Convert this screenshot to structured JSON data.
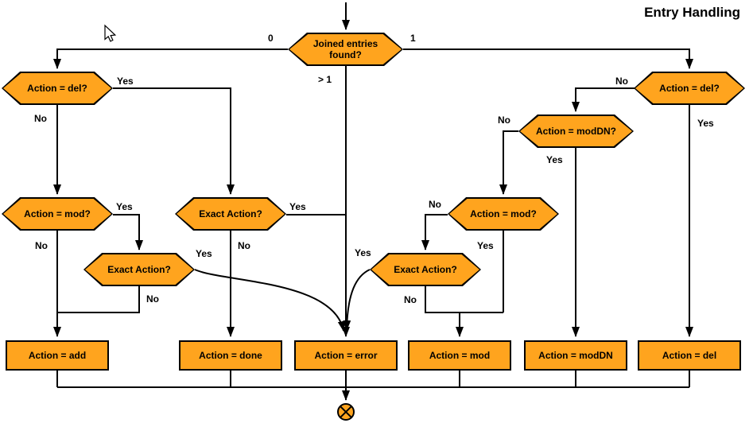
{
  "title": "Entry Handling",
  "colors": {
    "node_fill": "#FFA41E",
    "outline": "#000000",
    "background": "#FFFFFF"
  },
  "decisions": {
    "joined": {
      "line1": "Joined entries",
      "line2": "found?"
    },
    "del_left": {
      "label": "Action = del?"
    },
    "del_right": {
      "label": "Action = del?"
    },
    "moddn": {
      "label": "Action = modDN?"
    },
    "mod_left": {
      "label": "Action = mod?"
    },
    "exact_mid": {
      "label": "Exact Action?"
    },
    "mod_right": {
      "label": "Action = mod?"
    },
    "exact_left": {
      "label": "Exact Action?"
    },
    "exact_right": {
      "label": "Exact Action?"
    }
  },
  "results": {
    "add": "Action = add",
    "done": "Action = done",
    "error": "Action = error",
    "mod": "Action = mod",
    "moddn": "Action = modDN",
    "del": "Action = del"
  },
  "edge_labels": {
    "joined_zero": "0",
    "joined_one": "1",
    "joined_many": "> 1",
    "del_left_yes": "Yes",
    "del_left_no": "No",
    "mod_left_yes": "Yes",
    "mod_left_no": "No",
    "exact_left_yes": "Yes",
    "exact_left_no": "No",
    "exact_mid_yes": "Yes",
    "exact_mid_no": "No",
    "mod_right_no": "No",
    "mod_right_yes": "Yes",
    "exact_right_yes": "Yes",
    "exact_right_no": "No",
    "moddn_no": "No",
    "moddn_yes": "Yes",
    "del_right_no": "No",
    "del_right_yes": "Yes"
  },
  "icons": {
    "end_terminator": "x-circle",
    "pointer": "mouse-arrow"
  }
}
